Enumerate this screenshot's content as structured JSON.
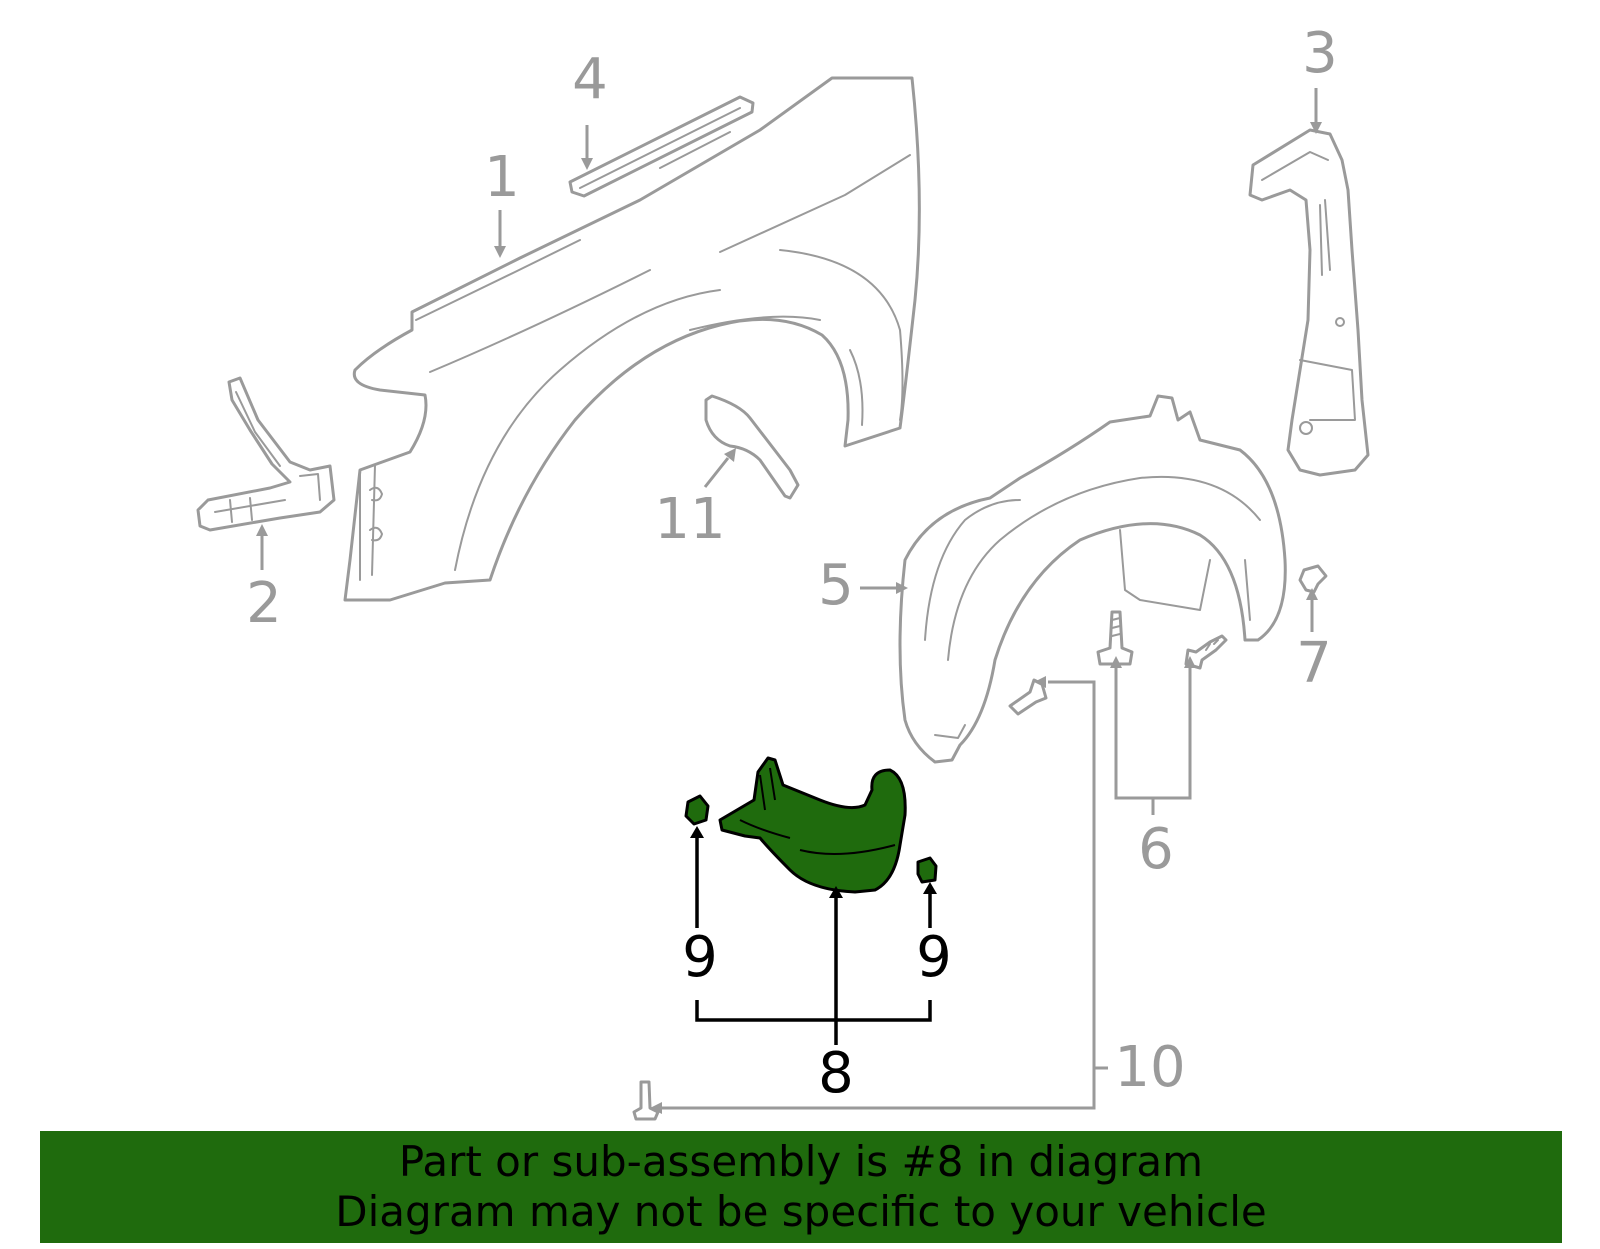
{
  "callouts": {
    "c1": "1",
    "c2": "2",
    "c3": "3",
    "c4": "4",
    "c5": "5",
    "c6": "6",
    "c7": "7",
    "c8": "8",
    "c9_left": "9",
    "c9_right": "9",
    "c10": "10",
    "c11": "11"
  },
  "banner": {
    "line1": "Part or sub-assembly is #8 in diagram",
    "line2": "Diagram may not be specific to your vehicle"
  },
  "colors": {
    "highlight": "#1f6b0d",
    "line_art": "#9a9a9a",
    "highlight_outline": "#000000"
  },
  "highlighted_part": "8"
}
